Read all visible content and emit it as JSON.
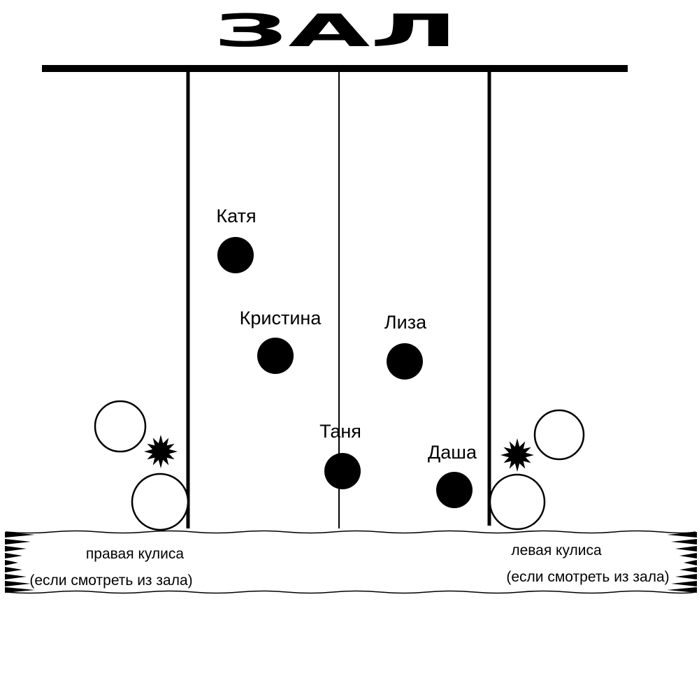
{
  "hall": {
    "label": "ЗАЛ"
  },
  "dancers": [
    {
      "name": "Катя"
    },
    {
      "name": "Кристина"
    },
    {
      "name": "Лиза"
    },
    {
      "name": "Таня"
    },
    {
      "name": "Даша"
    }
  ],
  "wings": {
    "right": {
      "line1": "правая кулиса",
      "line2": "(если смотреть из зала)"
    },
    "left": {
      "line1": "левая кулиса",
      "line2": "(если смотреть из зала)"
    }
  },
  "colors": {
    "ink": "#000000",
    "background": "#ffffff"
  }
}
